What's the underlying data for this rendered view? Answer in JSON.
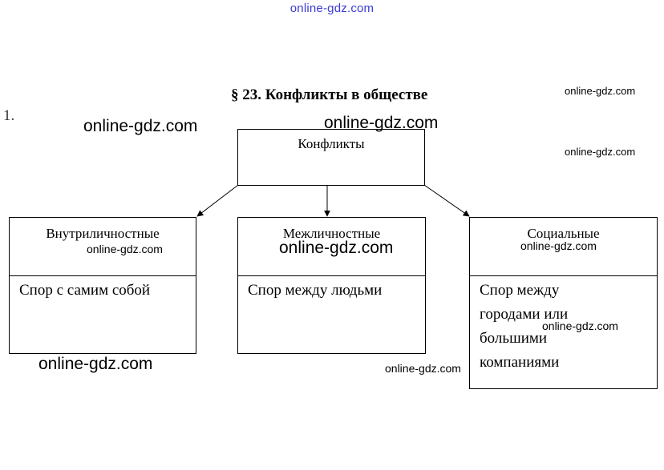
{
  "watermark_top": "online-gdz.com",
  "title": "§ 23. Конфликты в обществе",
  "question_number": "1.",
  "diagram": {
    "root": "Конфликты",
    "children": [
      {
        "name": "Внутриличностные",
        "description": "Спор с самим собой"
      },
      {
        "name": "Межличностные",
        "description": "Спор между людьми"
      },
      {
        "name": "Социальные",
        "description": "Спор между городами или большими компаниями"
      }
    ]
  },
  "watermark": "online-gdz.com"
}
